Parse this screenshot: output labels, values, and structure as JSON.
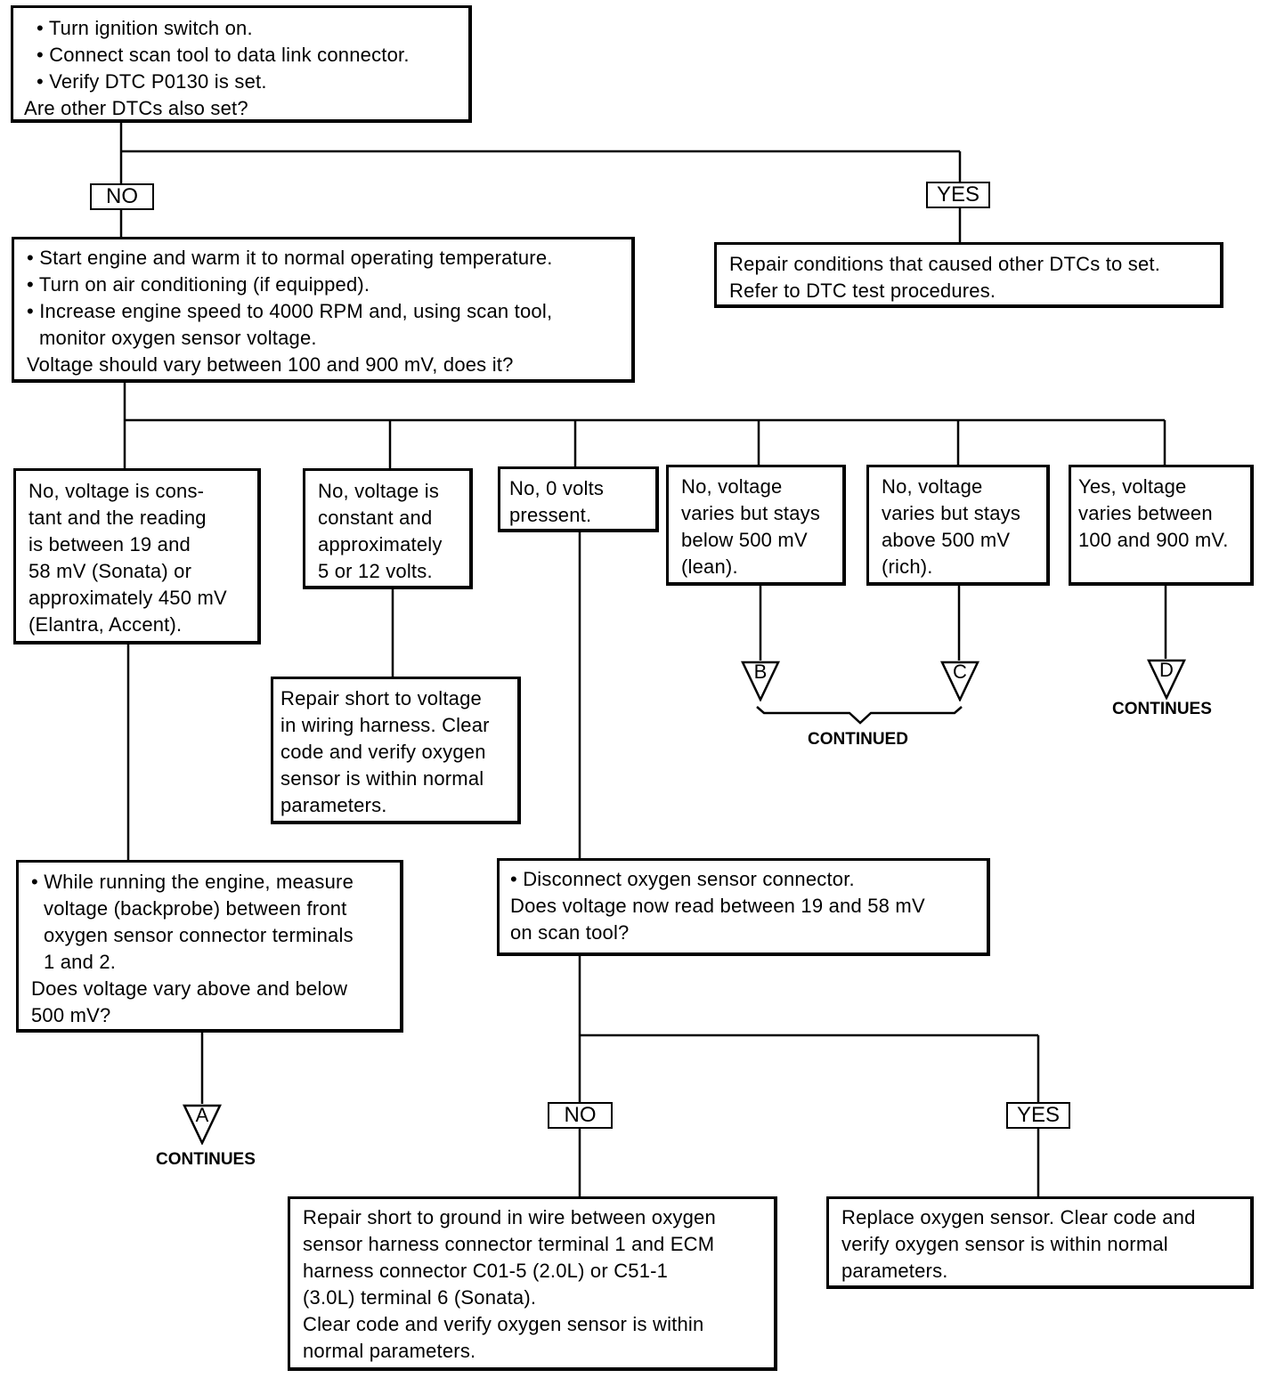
{
  "boxes": {
    "start": [
      "• Turn ignition switch on.",
      "• Connect scan tool to data link connector.",
      "• Verify DTC P0130 is set.",
      "Are other DTCs also set?"
    ],
    "repair_other_dtcs": [
      "Repair conditions that caused other DTCs to set.",
      "Refer to DTC test procedures."
    ],
    "engine_test": [
      "• Start engine and warm it to normal operating temperature.",
      "• Turn on air conditioning (if equipped).",
      "• Increase engine speed to 4000 RPM and, using scan tool,",
      "monitor oxygen sensor voltage.",
      "Voltage should vary between 100 and 900 mV, does it?"
    ],
    "opt_constant_low": [
      "No, voltage is cons-",
      "tant and the reading",
      "is between 19 and",
      "58 mV (Sonata) or",
      "approximately 450 mV",
      "(Elantra, Accent)."
    ],
    "opt_constant_high": [
      "No, voltage is",
      "constant and",
      "approximately",
      "5 or 12 volts."
    ],
    "opt_zero": [
      "No, 0 volts",
      "pressent."
    ],
    "opt_lean": [
      "No, voltage",
      "varies but stays",
      "below 500 mV",
      "(lean)."
    ],
    "opt_rich": [
      "No, voltage",
      "varies but stays",
      "above 500 mV",
      "(rich)."
    ],
    "opt_ok": [
      "Yes, voltage",
      "varies between",
      "100 and 900 mV."
    ],
    "repair_short_voltage": [
      "Repair short to voltage",
      "in wiring harness. Clear",
      "code and verify oxygen",
      "sensor is within normal",
      "parameters."
    ],
    "measure_voltage": [
      "• While running the engine, measure",
      "voltage (backprobe) between front",
      "oxygen sensor connector terminals",
      "1 and 2.",
      "Does voltage vary above and below",
      "500 mV?"
    ],
    "disconnect_sensor": [
      "• Disconnect oxygen sensor connector.",
      "Does voltage now read between 19 and 58 mV",
      "on scan tool?"
    ],
    "repair_short_ground": [
      "Repair short to ground in wire between oxygen",
      "sensor harness connector terminal 1 and ECM",
      "harness connector C01-5 (2.0L) or C51-1",
      "(3.0L) terminal 6 (Sonata).",
      "Clear code and verify oxygen sensor is within",
      "normal parameters."
    ],
    "replace_sensor": [
      "Replace oxygen sensor. Clear code and",
      "verify oxygen sensor is within normal",
      "parameters."
    ]
  },
  "labels": {
    "no_1": "NO",
    "yes_1": "YES",
    "no_2": "NO",
    "yes_2": "YES"
  },
  "connectors": {
    "a": "A",
    "b": "B",
    "c": "C",
    "d": "D"
  },
  "captions": {
    "continues_a": "CONTINUES",
    "continued_bc": "CONTINUED",
    "continues_d": "CONTINUES"
  }
}
